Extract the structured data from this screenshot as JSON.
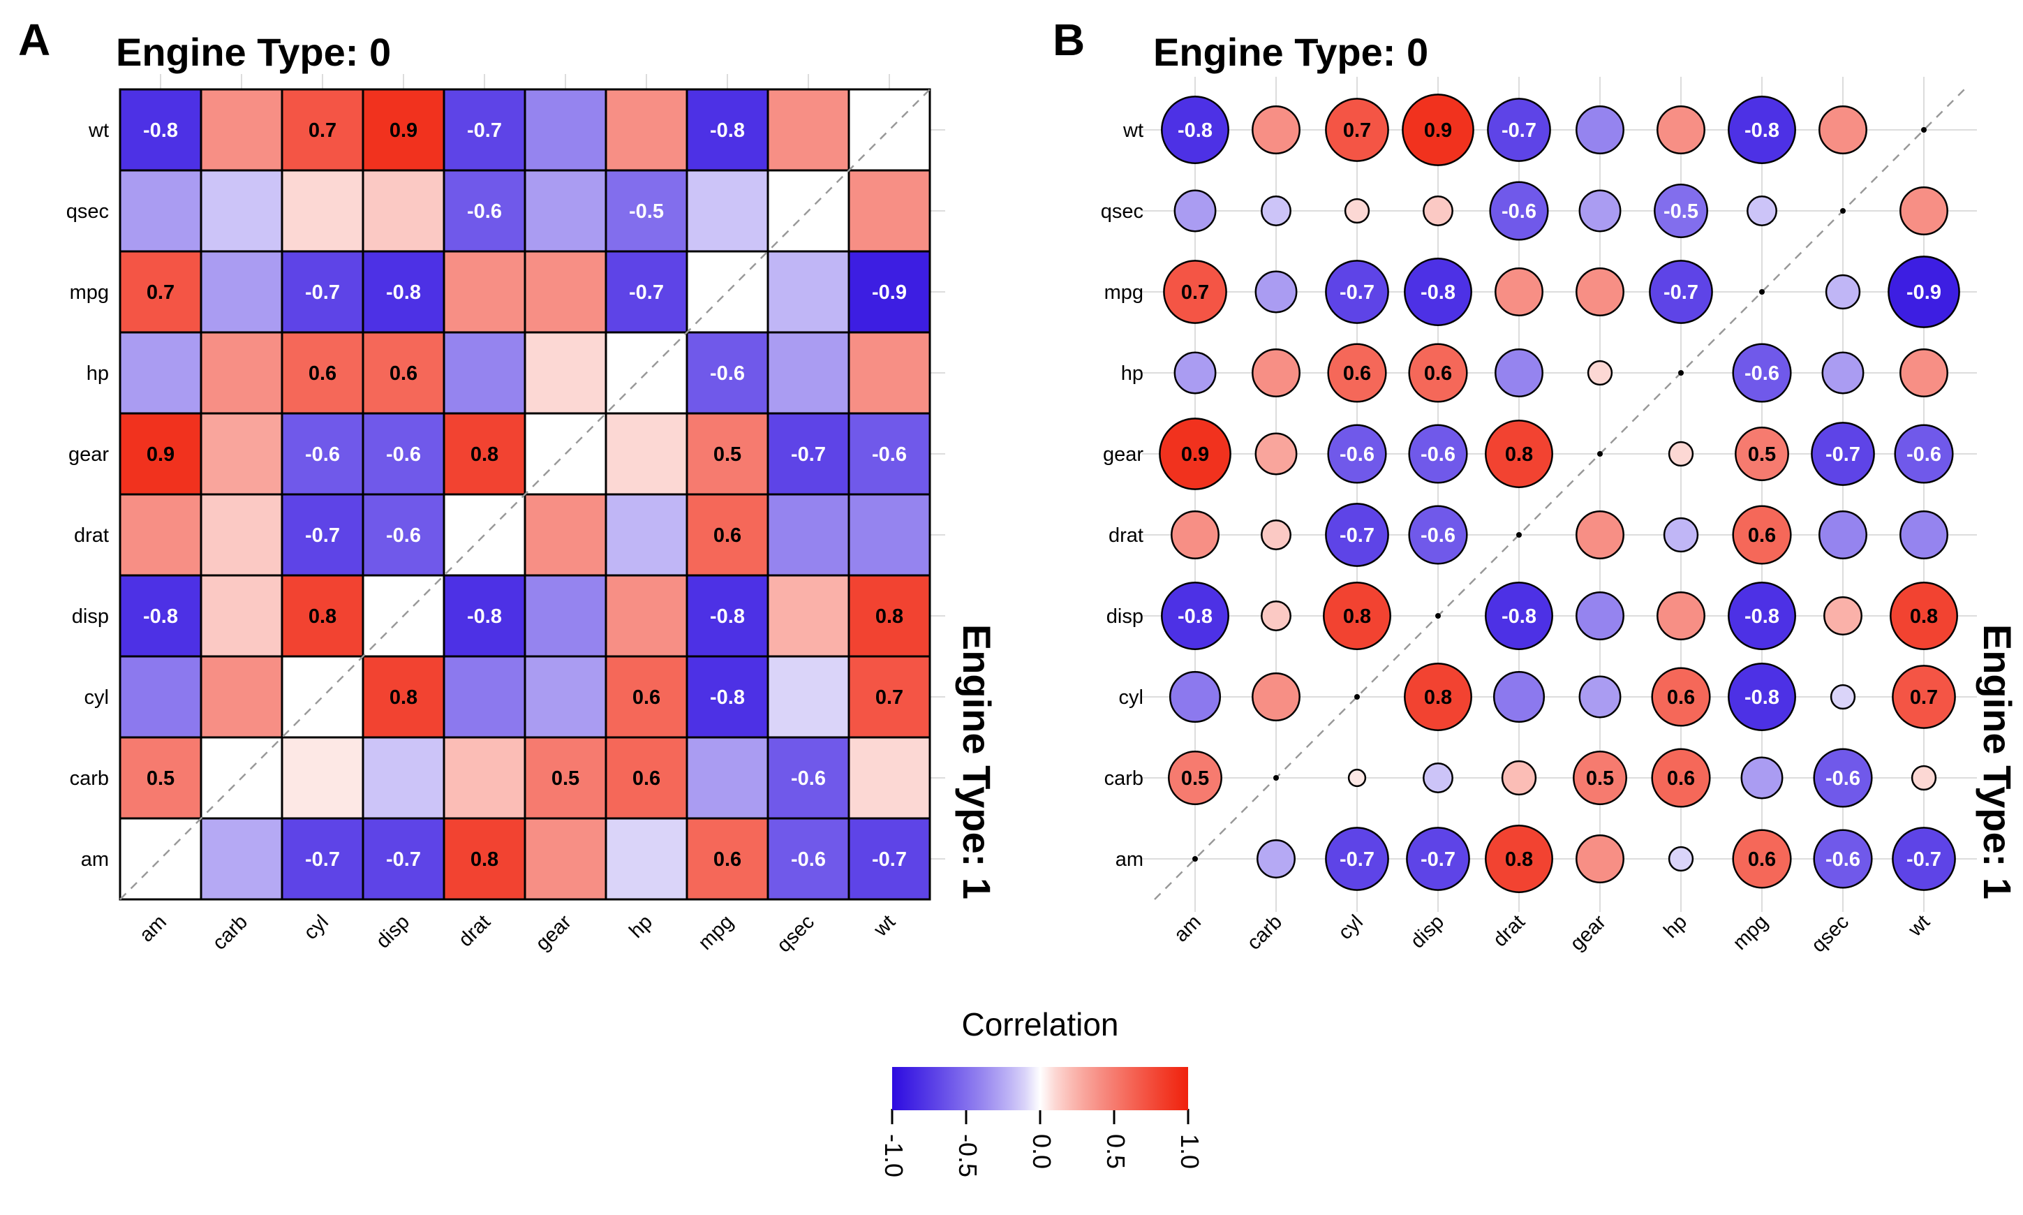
{
  "figure": {
    "panel_a_tag": "A",
    "panel_b_tag": "B"
  },
  "legend": {
    "title": "Correlation",
    "ticks": [
      "-1.0",
      "-0.5",
      "0.0",
      "0.5",
      "1.0"
    ],
    "tick_values": [
      -1.0,
      -0.5,
      0.0,
      0.5,
      1.0
    ]
  },
  "chart_data": {
    "type": "heatmap",
    "title_top": "Engine Type: 0",
    "title_right": "Engine Type: 1",
    "upper_triangle_group": "Engine Type: 0",
    "lower_triangle_group": "Engine Type: 1",
    "columns": [
      "am",
      "carb",
      "cyl",
      "disp",
      "drat",
      "gear",
      "hp",
      "mpg",
      "qsec",
      "wt"
    ],
    "rows": [
      "wt",
      "qsec",
      "mpg",
      "hp",
      "gear",
      "drat",
      "disp",
      "cyl",
      "carb",
      "am"
    ],
    "matrix": [
      [
        -0.8,
        0.4,
        0.7,
        0.9,
        -0.7,
        -0.4,
        0.4,
        -0.8,
        0.4,
        null
      ],
      [
        -0.3,
        -0.15,
        0.1,
        0.15,
        -0.6,
        -0.3,
        -0.5,
        -0.15,
        null,
        0.4
      ],
      [
        0.7,
        -0.3,
        -0.7,
        -0.8,
        0.4,
        0.4,
        -0.7,
        null,
        -0.2,
        -0.9
      ],
      [
        -0.3,
        0.4,
        0.6,
        0.6,
        -0.4,
        0.1,
        null,
        -0.6,
        -0.3,
        0.4
      ],
      [
        0.9,
        0.3,
        -0.6,
        -0.6,
        0.8,
        null,
        0.1,
        0.5,
        -0.7,
        -0.6
      ],
      [
        0.4,
        0.15,
        -0.7,
        -0.6,
        null,
        0.4,
        -0.2,
        0.6,
        -0.4,
        -0.4
      ],
      [
        -0.8,
        0.15,
        0.8,
        null,
        -0.8,
        -0.4,
        0.4,
        -0.8,
        0.25,
        0.8
      ],
      [
        -0.45,
        0.4,
        null,
        0.8,
        -0.45,
        -0.3,
        0.6,
        -0.8,
        -0.1,
        0.7
      ],
      [
        0.5,
        null,
        0.05,
        -0.15,
        0.2,
        0.5,
        0.6,
        -0.3,
        -0.6,
        0.1
      ],
      [
        null,
        -0.25,
        -0.7,
        -0.7,
        0.8,
        0.4,
        -0.1,
        0.6,
        -0.6,
        -0.7
      ]
    ],
    "label_threshold": 0.5,
    "panels": [
      {
        "id": "A",
        "style": "square"
      },
      {
        "id": "B",
        "style": "circle"
      }
    ],
    "colorscale": {
      "low": "#2D0BE0",
      "mid": "#FFFFFF",
      "high": "#F0210C",
      "domain": [
        -1,
        1
      ]
    },
    "legend_title": "Correlation"
  }
}
